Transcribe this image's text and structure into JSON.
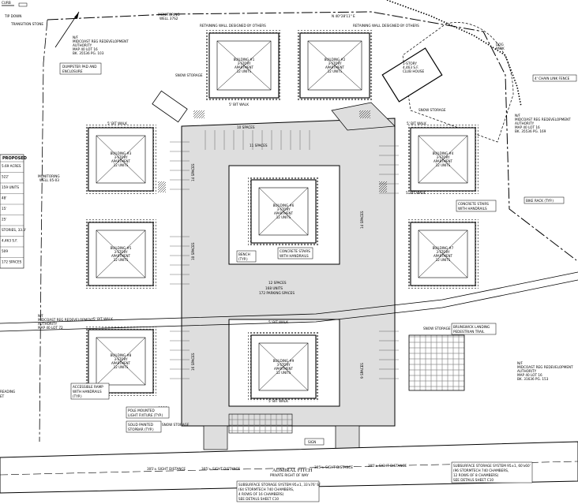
{
  "legend": {
    "curb": "CURB",
    "tip_down": "TIP DOWN",
    "transition_stone": "TRANSITION STONE"
  },
  "data_table": {
    "header": "PROPOSED",
    "rows": [
      "5.69 ACRES",
      "522'",
      "159 UNITS",
      "48'",
      "15'",
      "25'",
      "STORIES, 33.3'",
      "4,463 S.F.",
      "509",
      "172 SPACES"
    ]
  },
  "owners": {
    "top_left": [
      "N/F",
      "MIDCOAST REG REDEVELOPMENT",
      "AUTHORITY",
      "MAP 40 LOT 16",
      "BK. 35536 PG. 103"
    ],
    "right_upper": [
      "N/F",
      "MIDCOAST REG REDEVELOPMENT",
      "AUTHORITY",
      "MAP 40 LOT 16",
      "BK. 35536 PG. 169"
    ],
    "left_lower": [
      "N/F",
      "MIDCOAST REG REDEVELOPMENT",
      "AUTHORITY",
      "MAP 40 LOT 72"
    ],
    "right_lower": [
      "N/F",
      "MIDCOAST REG REDEVELOPMENT",
      "AUTHORITY",
      "MAP 40 LOT 16",
      "BK. 31636 PG. 153"
    ]
  },
  "callouts": {
    "retaining_wall_1": "RETAINING WALL DESIGNED BY OTHERS",
    "retaining_wall_2": "RETAINING WALL DESIGNED BY OTHERS",
    "dumpster": [
      "DUMPSTER PAD AND",
      "ENCLOSURE"
    ],
    "chain_link": "4' CHAIN LINK FENCE",
    "dog_park": [
      "DOG",
      "PARK"
    ],
    "clubhouse": [
      "1-STORY",
      "4,463 S.F.",
      "CLUB HOUSE"
    ],
    "bike_rack": "BIKE RACK (TYP.)",
    "concrete_stairs_right": [
      "CONCRETE STAIRS",
      "WITH HANDRAILS"
    ],
    "concrete_stairs_center": [
      "CONCRETE STAIRS",
      "WITH HANDRAILS"
    ],
    "bench": [
      "BENCH",
      "(TYP.)"
    ],
    "accessible_ramp": [
      "ACCESSIBLE RAMP",
      "WITH HANDRAILS",
      "(TYP.)"
    ],
    "pole_light": [
      "POLE MOUNTED",
      "LIGHT FIXTURE (TYP.)"
    ],
    "stop_bar": [
      "SOLID PAINTED",
      "STOPBAR (TYP.)"
    ],
    "brunswick_landing": [
      "BRUNSWICK LANDING",
      "PEDESTRIAN TRAIL"
    ],
    "subsurface_right": [
      "SUBSURFACE STORAGE SYSTEM 95±1, 60'x60'",
      "(96 STORMTECH 740 CHAMBERS,",
      "12 ROWS OF 8 CHAMBERS)",
      "SEE DETAILS SHEET C10"
    ],
    "subsurface_left": [
      "SUBSURFACE STORAGE SYSTEM 95±1, 33'x76' SF",
      "(64 STORMTECH 740 CHAMBERS,",
      "4 ROWS OF 16 CHAMBERS)",
      "SEE DETAILS SHEET C10"
    ],
    "sign": "SIGN",
    "monitoring_well_top": [
      "MONITORING",
      "WELL 37S2"
    ],
    "monitoring_well_left": [
      "MONITORING",
      "WELL 05-03"
    ],
    "snow_storage": "SNOW STORAGE",
    "parking_total": [
      "168 UNITS",
      "172 PARKING SPACES"
    ],
    "bearing": "N 40°28'11\" E",
    "reading": [
      "READING",
      "ET"
    ]
  },
  "buildings": [
    {
      "name": "BUILDING #1",
      "line2": "3-STORY",
      "line3": "APARTMENT",
      "units": "12 UNITS"
    },
    {
      "name": "BUILDING #2",
      "line2": "3-STORY",
      "line3": "APARTMENT",
      "units": "12 UNITS"
    },
    {
      "name": "BUILDING #3",
      "line2": "3-STORY",
      "line3": "APARTMENT",
      "units": "12 UNITS"
    },
    {
      "name": "BUILDING #4",
      "line2": "3-STORY",
      "line3": "APARTMENT",
      "units": "12 UNITS"
    },
    {
      "name": "BUILDING #5",
      "line2": "3-STORY",
      "line3": "APARTMENT",
      "units": "12 UNITS"
    },
    {
      "name": "BUILDING #6",
      "line2": "3-STORY",
      "line3": "APARTMENT",
      "units": "12 UNITS"
    },
    {
      "name": "BUILDING #7",
      "line2": "3-STORY",
      "line3": "APARTMENT",
      "units": "12 UNITS"
    },
    {
      "name": "BUILDING #8",
      "line2": "3-STORY",
      "line3": "APARTMENT",
      "units": "12 UNITS"
    },
    {
      "name": "BUILDING #9",
      "line2": "3-STORY",
      "line3": "APARTMENT",
      "units": "12 UNITS"
    },
    {
      "name": "BUILDING #10",
      "line2": "3-STORY",
      "line3": "APARTMENT",
      "units": "12 UNITS"
    }
  ],
  "walks": [
    "5' BIT WALK",
    "5' BIT WALK",
    "5' BIT WALK",
    "5' BIT WALK",
    "5' BIT WALK",
    "5' BIT WALK",
    "5' BIT WALK"
  ],
  "spaces": [
    "11 SPACES",
    "14 SPACES",
    "10 SPACES",
    "16 SPACES",
    "12 SPACES",
    "14 SPACES",
    "9 SPACES",
    "10 SPACES"
  ],
  "road": {
    "name": "ADMIRAL FITCH",
    "line2": "PRIVATE RIGHT OF WAY",
    "sight_1": "305'± SIGHT DISTANCE",
    "sight_2": "305'± SIGHT DISTANCE",
    "sight_3": "305'± SIGHT DISTANCE",
    "sight_4": "305'± SIGHT DISTANCE"
  }
}
